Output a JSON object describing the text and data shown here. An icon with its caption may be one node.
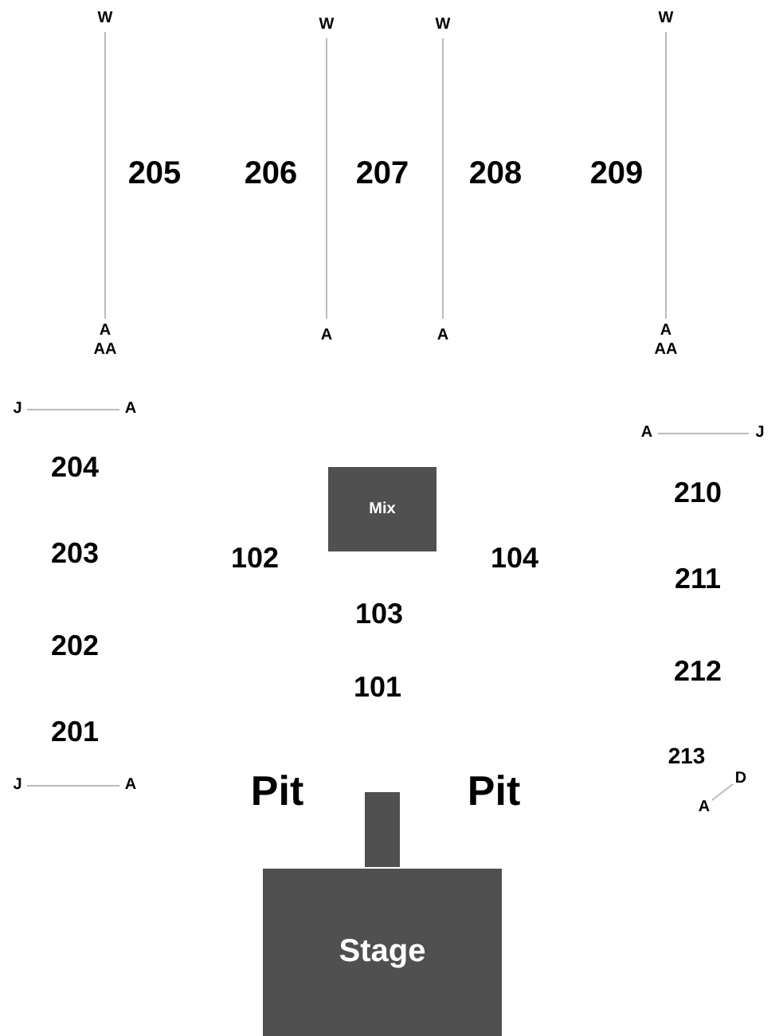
{
  "diagram": {
    "nodes": [
      {
        "text": [
          "Mix"
        ]
      },
      {
        "text": [],
        "shape": "box"
      },
      {
        "text": [
          "Stage"
        ]
      }
    ],
    "edges": [],
    "labels": [
      "W",
      "W",
      "W",
      "W",
      "205",
      "206",
      "207",
      "208",
      "209",
      "A",
      "AA",
      "A",
      "A",
      "A",
      "AA",
      "J",
      "A",
      "A",
      "J",
      "204",
      "210",
      "203",
      "102",
      "104",
      "211",
      "103",
      "202",
      "212",
      "101",
      "201",
      "213",
      "J",
      "A",
      "D",
      "Pit",
      "Pit",
      "A"
    ]
  }
}
